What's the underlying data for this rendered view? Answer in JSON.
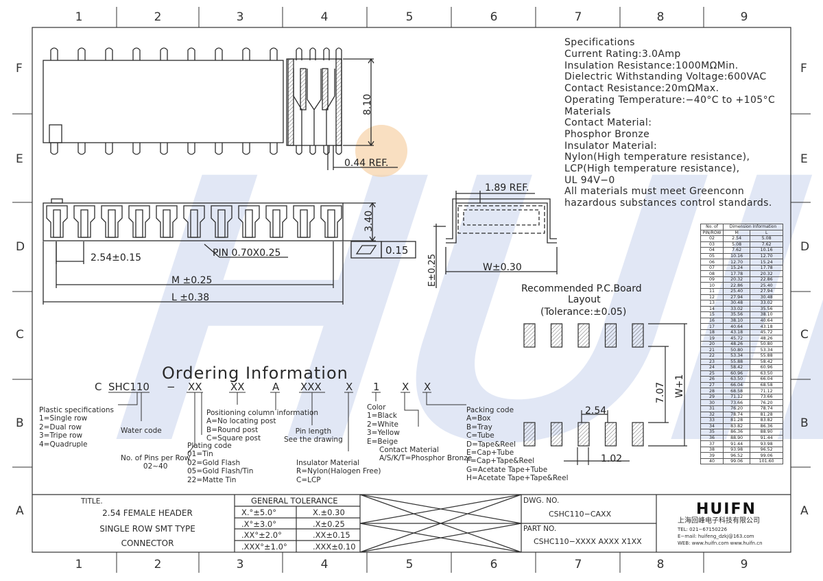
{
  "grid": {
    "columns": [
      "1",
      "2",
      "3",
      "4",
      "5",
      "6",
      "7",
      "8",
      "9"
    ],
    "rows": [
      "F",
      "E",
      "D",
      "C",
      "B",
      "A"
    ]
  },
  "watermark": "HUIFN",
  "specifications": {
    "heading": "Specifications",
    "lines": [
      "Current  Rating:3.0Amp",
      "Insulation  Resistance:1000MΩMin.",
      "Dielectric  Withstanding  Voltage:600VAC",
      "Contact  Resistance:20mΩMax.",
      "Operating  Temperature:−40°C  to  +105°C",
      "Materials",
      "Contact  Material:",
      "Phosphor  Bronze",
      "Insulator  Material:",
      "Nylon(High  temperature  resistance),",
      "LCP(High  temperature  resistance),",
      "UL  94V−0",
      "All  materials  must  meet  Greenconn",
      "hazardous  substances  control  standards."
    ]
  },
  "dimensions": {
    "height_side": "8.10",
    "ref_044": "0.44  REF.",
    "height_front": "3.40",
    "pitch": "2.54±0.15",
    "pin": "PIN  0.70X0.25",
    "m": "M  ±0.25",
    "l": "L  ±0.38",
    "flatness": "0.15",
    "ref_189": "1.89  REF.",
    "e": "E±0.25",
    "w": "W±0.30",
    "pcb_pitch": "2.54",
    "pcb_pad": "1.02",
    "pcb_row": "7.07",
    "pcb_w": "W+1"
  },
  "pcb_layout": {
    "title1": "Recommended  P.C.Board",
    "title2": "Layout",
    "tolerance": "(Tolerance:±0.05)"
  },
  "ordering": {
    "title": "Ordering  Information",
    "code": [
      {
        "text": "C"
      },
      {
        "text": "SHC110"
      },
      {
        "text": "−"
      },
      {
        "text": "XX"
      },
      {
        "text": "XX"
      },
      {
        "text": "A"
      },
      {
        "text": "XXX"
      },
      {
        "text": "X"
      },
      {
        "text": "1"
      },
      {
        "text": "X"
      },
      {
        "text": "X"
      }
    ],
    "plastic": [
      "Plastic  specifications",
      "1=Single  row",
      "2=Dual  row",
      "3=Tripe  row",
      "4=Quadruple"
    ],
    "water": "Water  code",
    "pins": [
      "No. of  Pins per Row",
      "02~40"
    ],
    "positioning": [
      "Positioning  column  information",
      "A=No  locating  post",
      "B=Round  post",
      "C=Square  post"
    ],
    "plating": [
      "Plating  code",
      "01=Tin",
      "02=Gold  Flash",
      "05=Gold  Flash/Tin",
      "22=Matte  Tin"
    ],
    "pinlength": [
      "Pin  length",
      "See  the  drawing"
    ],
    "insulator": [
      "Insulator  Material",
      "R=Nylon(Halogen  Free)",
      "C=LCP"
    ],
    "color": [
      "Color",
      "1=Black",
      "2=White",
      "3=Yellow",
      "E=Beige"
    ],
    "contact": [
      "Contact  Material",
      "A/S/K/T=Phosphor  Bronze"
    ],
    "packing": [
      "Packing  code",
      "A=Box",
      "B=Tray",
      "C=Tube",
      "D=Tape&Reel",
      "E=Cap+Tube",
      "F=Cap+Tape&Reel",
      "G=Acetate  Tape+Tube",
      "H=Acetate  Tape+Tape&Reel"
    ]
  },
  "dim_table": {
    "header_top": [
      "No.  of",
      "Dimension  Information"
    ],
    "header_sub": [
      "PIN/ROW",
      "M",
      "L"
    ],
    "rows": [
      [
        "02",
        "2.54",
        "5.08"
      ],
      [
        "03",
        "5.08",
        "7.62"
      ],
      [
        "04",
        "7.62",
        "10.16"
      ],
      [
        "05",
        "10.16",
        "12.70"
      ],
      [
        "06",
        "12.70",
        "15.24"
      ],
      [
        "07",
        "15.24",
        "17.78"
      ],
      [
        "08",
        "17.78",
        "20.32"
      ],
      [
        "09",
        "20.32",
        "22.86"
      ],
      [
        "10",
        "22.86",
        "25.40"
      ],
      [
        "11",
        "25.40",
        "27.94"
      ],
      [
        "12",
        "27.94",
        "30.48"
      ],
      [
        "13",
        "30.48",
        "33.02"
      ],
      [
        "14",
        "33.02",
        "35.56"
      ],
      [
        "15",
        "35.56",
        "38.10"
      ],
      [
        "16",
        "38.10",
        "40.64"
      ],
      [
        "17",
        "40.64",
        "43.18"
      ],
      [
        "18",
        "43.18",
        "45.72"
      ],
      [
        "19",
        "45.72",
        "48.26"
      ],
      [
        "20",
        "48.26",
        "50.80"
      ],
      [
        "21",
        "50.80",
        "53.34"
      ],
      [
        "22",
        "53.34",
        "55.88"
      ],
      [
        "23",
        "55.88",
        "58.42"
      ],
      [
        "24",
        "58.42",
        "60.96"
      ],
      [
        "25",
        "60.96",
        "63.50"
      ],
      [
        "26",
        "63.50",
        "66.04"
      ],
      [
        "27",
        "66.04",
        "68.58"
      ],
      [
        "28",
        "68.58",
        "71.12"
      ],
      [
        "29",
        "71.12",
        "73.66"
      ],
      [
        "30",
        "73.66",
        "76.20"
      ],
      [
        "31",
        "76.20",
        "78.74"
      ],
      [
        "32",
        "78.74",
        "81.28"
      ],
      [
        "33",
        "81.28",
        "83.82"
      ],
      [
        "34",
        "83.82",
        "86.36"
      ],
      [
        "35",
        "86.36",
        "88.90"
      ],
      [
        "36",
        "88.90",
        "91.44"
      ],
      [
        "37",
        "91.44",
        "93.98"
      ],
      [
        "38",
        "93.98",
        "96.52"
      ],
      [
        "39",
        "96.52",
        "99.06"
      ],
      [
        "40",
        "99.06",
        "101.60"
      ]
    ]
  },
  "title_block": {
    "title_label": "TITLE.",
    "title_lines": [
      "2.54  FEMALE  HEADER",
      "SINGLE  ROW  SMT  TYPE",
      "CONNECTOR"
    ],
    "tolerance_header": "GENERAL  TOLERANCE",
    "tolerance_rows": [
      [
        "X.°±5.0°",
        "X.±0.30"
      ],
      [
        ".X°±3.0°",
        ".X±0.25"
      ],
      [
        ".XX°±2.0°",
        ".XX±0.15"
      ],
      [
        ".XXX°±1.0°",
        ".XXX±0.10"
      ]
    ],
    "dwg_label": "DWG.  NO.",
    "dwg_no": "CSHC110−CAXX",
    "part_label": "PART  NO.",
    "part_no": "CSHC110−XXXX  AXXX  X1XX",
    "company_logo": "HUIFN",
    "company_name": "上海回峰电子科技有限公司",
    "tel": "TEL:  021−67150226",
    "email": "E−mail:  huifeng_dzkj@163.com",
    "web": "WEB:  www.huifn.com   www.huifn.cn"
  },
  "colors": {
    "line": "#2b2b2b",
    "watermark": "#c9d4ec",
    "dot": "#f6ceA0"
  }
}
